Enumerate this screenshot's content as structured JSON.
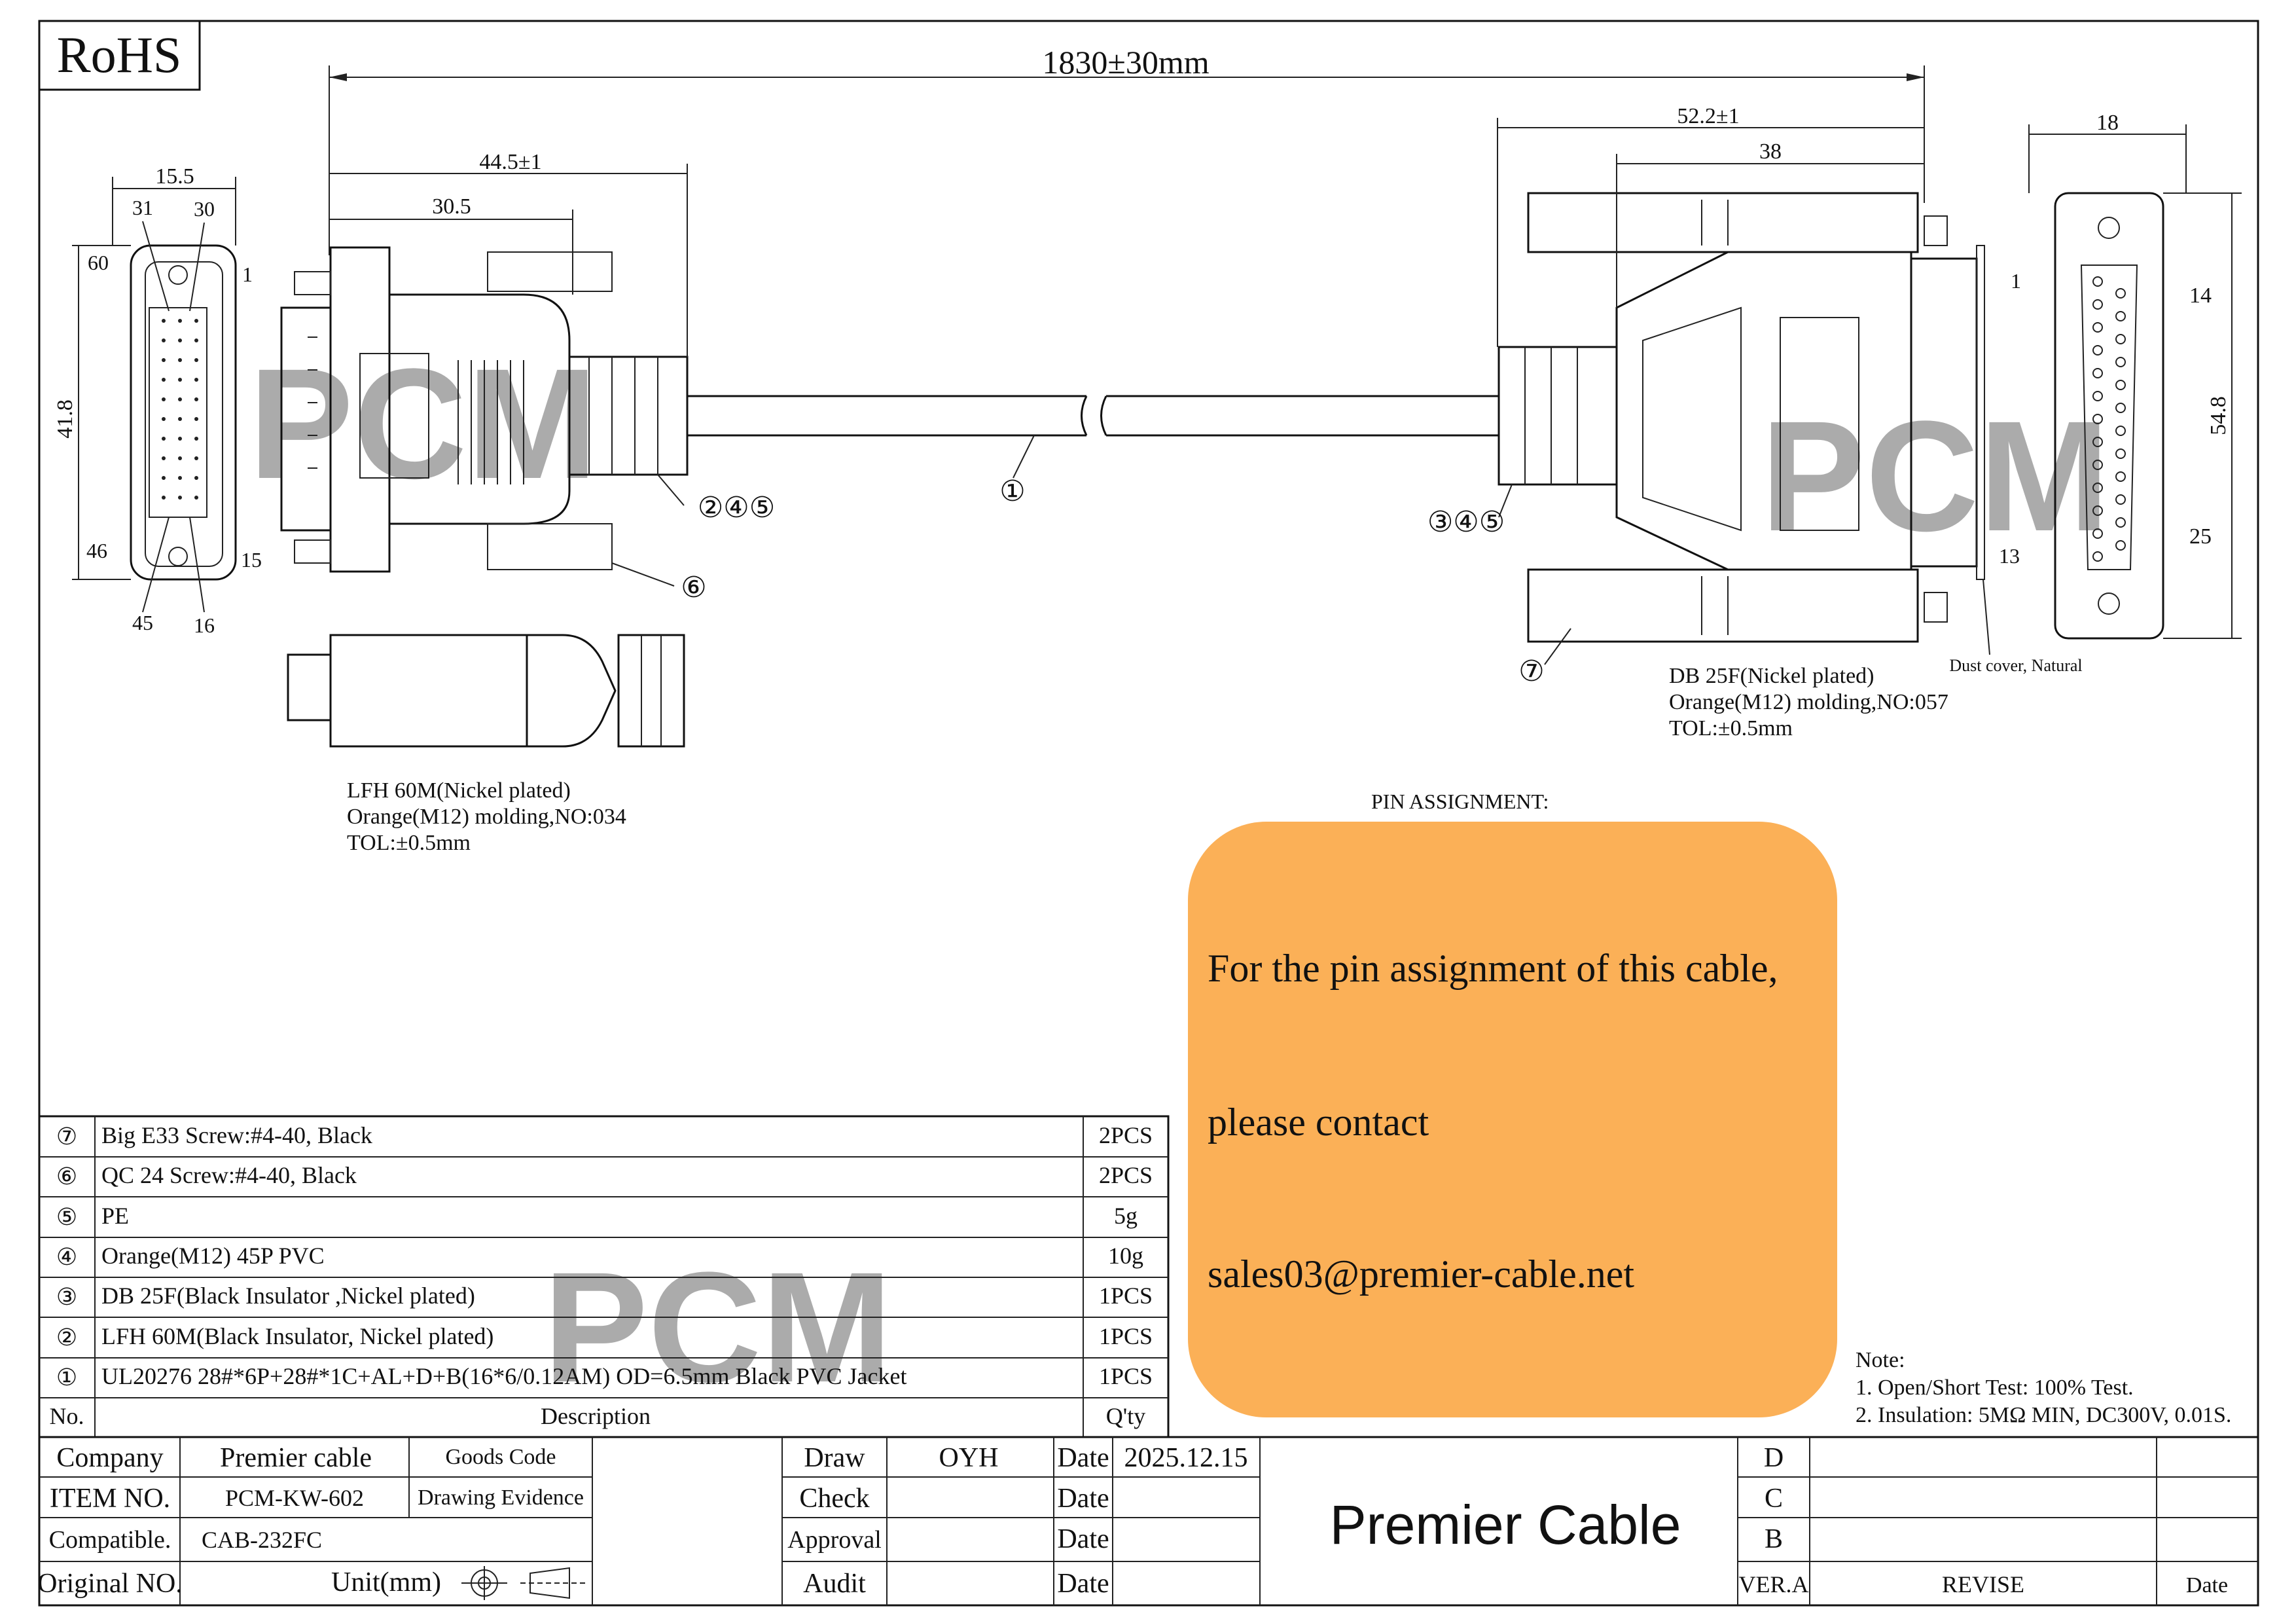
{
  "rohs": "RoHS",
  "overall_length": "1830±30mm",
  "lfh": {
    "dims": [
      "44.5±1",
      "30.5",
      "15.5",
      "41.8"
    ],
    "pins": [
      "31",
      "30",
      "60",
      "1",
      "46",
      "15",
      "45",
      "16"
    ],
    "desc": [
      "LFH 60M(Nickel plated)",
      "Orange(M12) molding,NO:034",
      "TOL:±0.5mm"
    ]
  },
  "db": {
    "dims": [
      "52.2±1",
      "38",
      "18",
      "14",
      "54.8",
      "25"
    ],
    "pins": [
      "1",
      "13"
    ],
    "dust_cover": "Dust cover, Natural",
    "desc": [
      "DB 25F(Nickel plated)",
      "Orange(M12) molding,NO:057",
      "TOL:±0.5mm"
    ]
  },
  "callouts": {
    "cable": "①",
    "lfh_mold": "②④⑤",
    "lfh_screw": "⑥",
    "db_mold": "③④⑤",
    "db_screw": "⑦"
  },
  "pin_assignment": {
    "heading": "PIN ASSIGNMENT:",
    "lines": [
      "For the pin assignment of this cable,",
      "please contact",
      "sales03@premier-cable.net"
    ]
  },
  "bom": {
    "rows": [
      {
        "no": "⑦",
        "desc": "Big E33 Screw:#4-40, Black",
        "qty": "2PCS"
      },
      {
        "no": "⑥",
        "desc": "QC 24 Screw:#4-40, Black",
        "qty": "2PCS"
      },
      {
        "no": "⑤",
        "desc": "PE",
        "qty": "5g"
      },
      {
        "no": "④",
        "desc": "Orange(M12) 45P PVC",
        "qty": "10g"
      },
      {
        "no": "③",
        "desc": "DB 25F(Black Insulator ,Nickel plated)",
        "qty": "1PCS"
      },
      {
        "no": "②",
        "desc": "LFH 60M(Black Insulator, Nickel plated)",
        "qty": "1PCS"
      },
      {
        "no": "①",
        "desc": "UL20276 28#*6P+28#*1C+AL+D+B(16*6/0.12AM) OD=6.5mm Black PVC Jacket",
        "qty": "1PCS"
      }
    ],
    "header": {
      "no": "No.",
      "desc": "Description",
      "qty": "Q'ty"
    }
  },
  "notes": [
    "Note:",
    "1. Open/Short Test: 100% Test.",
    "2. Insulation: 5MΩ  MIN, DC300V, 0.01S."
  ],
  "title_block": {
    "company_label": "Company",
    "company": "Premier cable",
    "goods_code": "Goods Code",
    "item_label": "ITEM NO.",
    "item": "PCM-KW-602",
    "drawing_evidence": "Drawing Evidence",
    "compat_label": "Compatible.",
    "compat": "CAB-232FC",
    "original_label": "Original NO.",
    "unit": "Unit(mm)",
    "draw": "Draw",
    "drawer": "OYH",
    "check": "Check",
    "approval": "Approval",
    "audit": "Audit",
    "date": "Date",
    "draw_date": "2025.12.15",
    "brand": "Premier Cable",
    "rev_letters": [
      "D",
      "C",
      "B"
    ],
    "ver": "VER.A",
    "revise": "REVISE",
    "rev_date": "Date"
  },
  "watermark": "PCM"
}
